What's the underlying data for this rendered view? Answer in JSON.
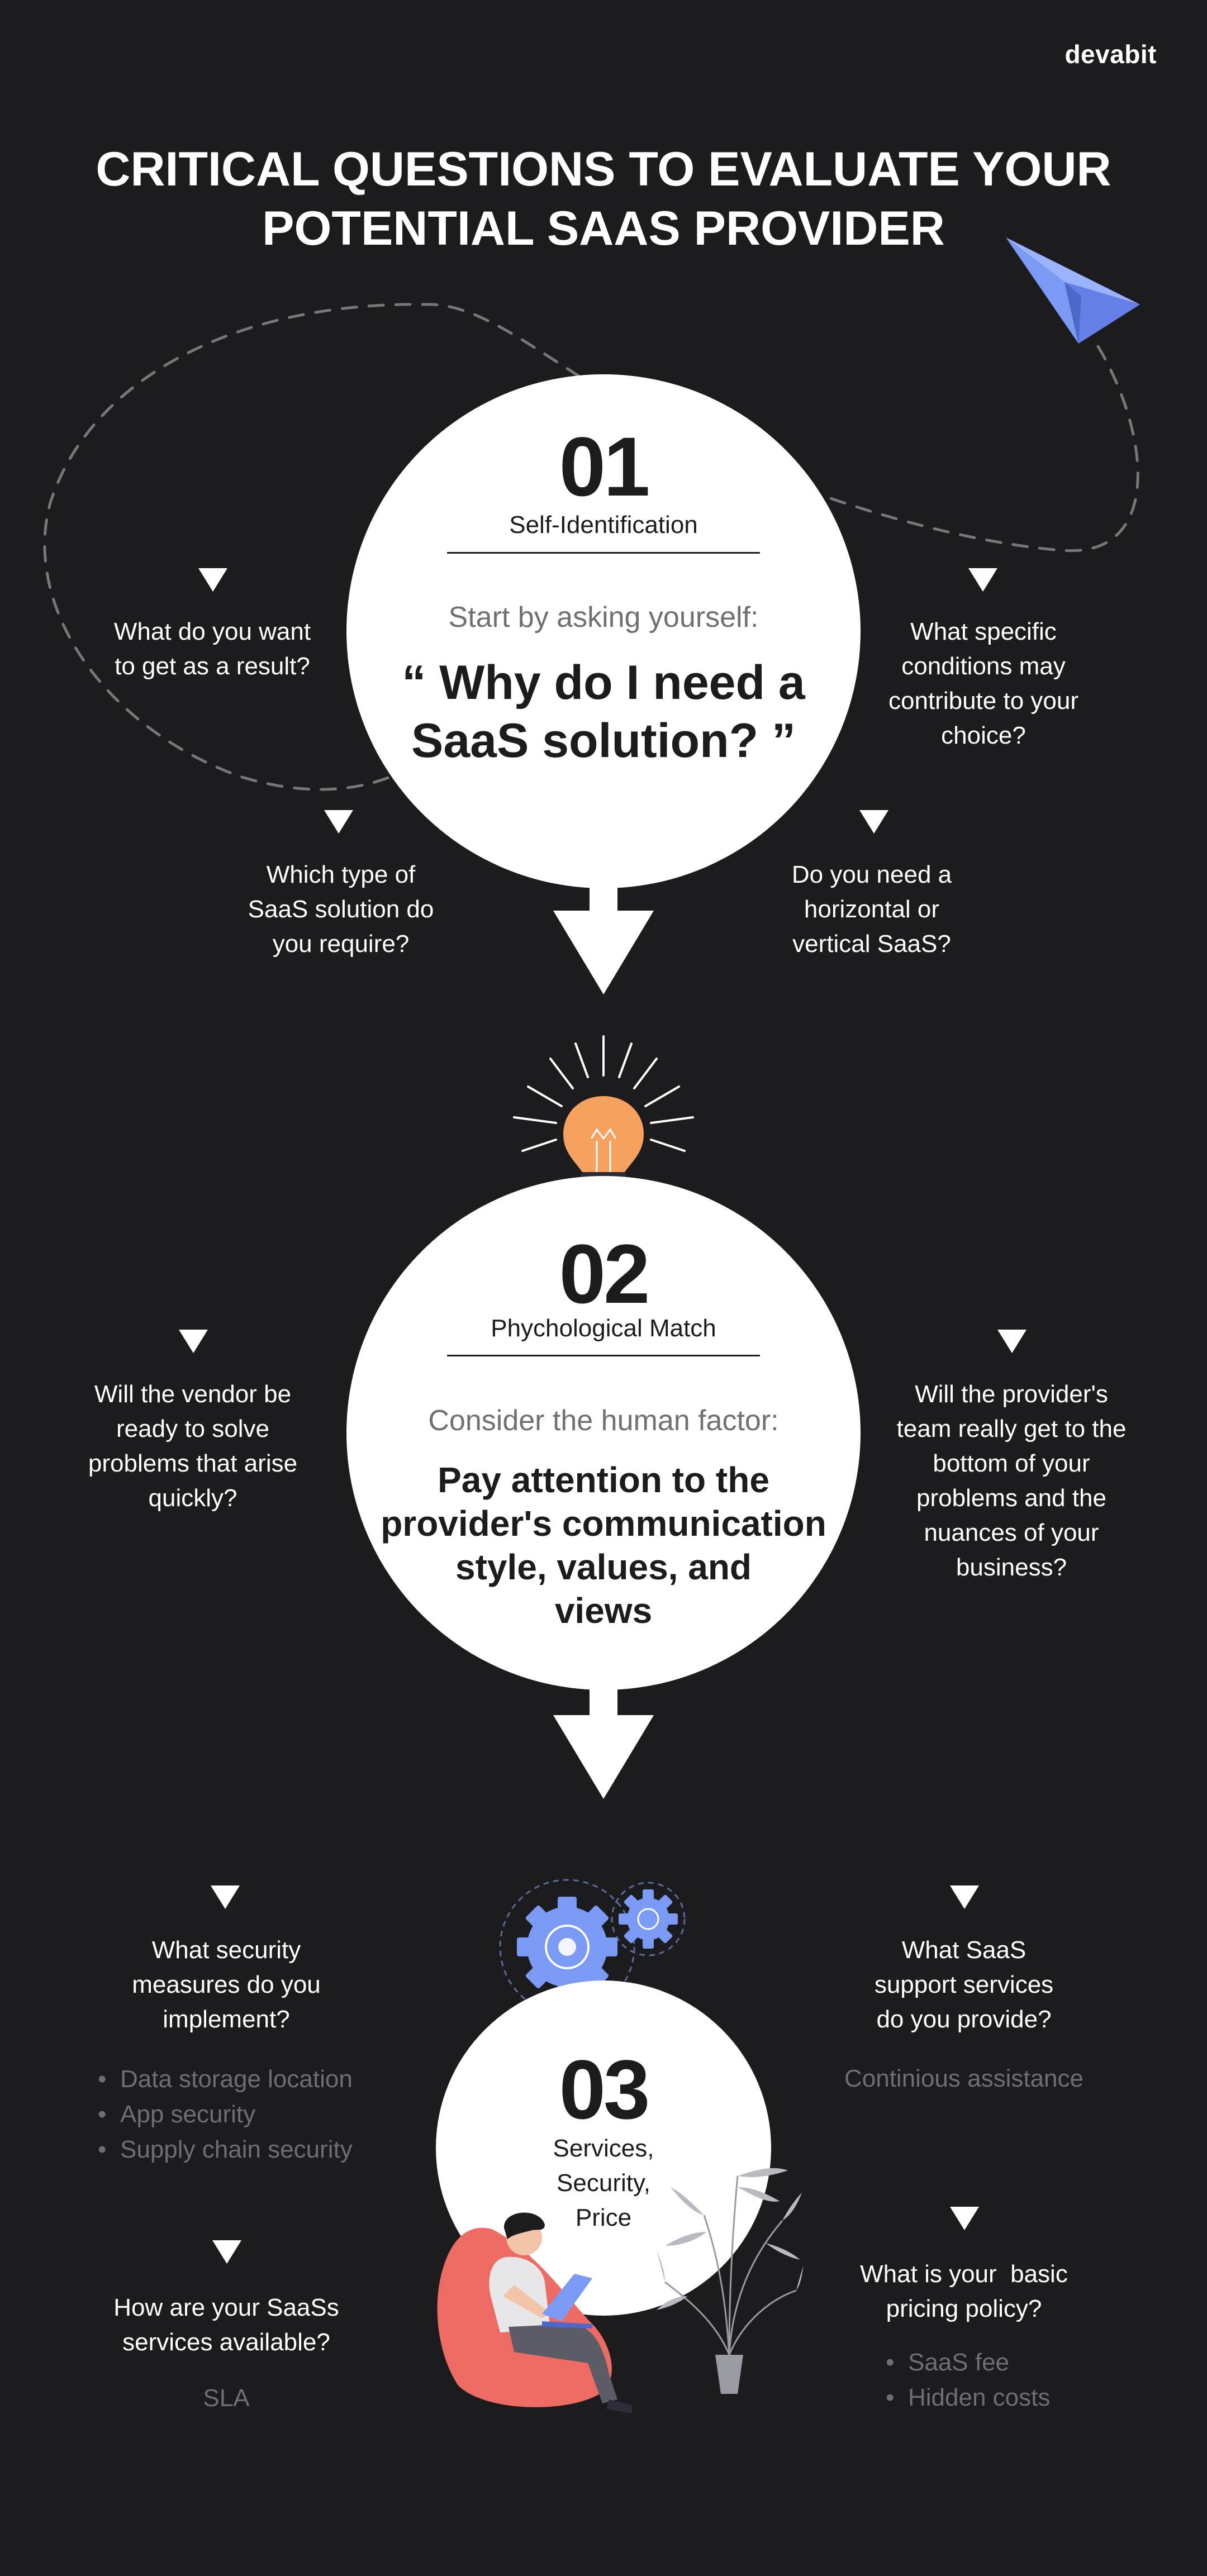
{
  "brand": "devabit",
  "title": {
    "line1": "CRITICAL QUESTIONS TO EVALUATE YOUR",
    "line2": "POTENTIAL SAAS PROVIDER"
  },
  "colors": {
    "background": "#1c1c1e",
    "circle": "#ffffff",
    "accent_blue": "#7b9af5",
    "accent_orange": "#f6a15e",
    "accent_red": "#ee6b63",
    "muted_text": "#6e6e73"
  },
  "section1": {
    "number": "01",
    "subtitle": "Self-Identification",
    "lead": "Start by asking yourself:",
    "quote_line1": "“ Why do I need a",
    "quote_line2": "SaaS solution? ”",
    "questions": {
      "top_left": [
        "What do you want",
        "to get as a result?"
      ],
      "top_right": [
        "What specific",
        "conditions may",
        "contribute to your",
        "choice?"
      ],
      "bottom_left": [
        "Which type of",
        "SaaS solution do",
        "you require?"
      ],
      "bottom_right": [
        "Do you need a",
        "horizontal or",
        "vertical SaaS?"
      ]
    }
  },
  "section2": {
    "number": "02",
    "subtitle": "Phychological Match",
    "lead": "Consider the human factor:",
    "statement": [
      "Pay attention to the",
      "provider's communication",
      "style, values, and",
      "views"
    ],
    "questions": {
      "left": [
        "Will the vendor be",
        "ready to solve",
        "problems that arise",
        "quickly?"
      ],
      "right": [
        "Will the provider's",
        "team really get to the",
        "bottom of your",
        "problems and the",
        "nuances of your",
        "business?"
      ]
    }
  },
  "section3": {
    "number": "03",
    "subtitle": [
      "Services,",
      "Security,",
      "Price"
    ],
    "security": {
      "question": [
        "What security",
        "measures do you",
        "implement?"
      ],
      "items": [
        "Data storage location",
        "App security",
        "Supply chain security"
      ]
    },
    "support": {
      "question": [
        "What SaaS",
        "support services",
        "do you provide?"
      ],
      "answer": "Continious assistance"
    },
    "availability": {
      "question": [
        "How are your SaaSs",
        "services available?"
      ],
      "answer": "SLA"
    },
    "pricing": {
      "question": [
        "What is your  basic",
        "pricing policy?"
      ],
      "items": [
        "SaaS fee",
        "Hidden costs"
      ]
    }
  }
}
